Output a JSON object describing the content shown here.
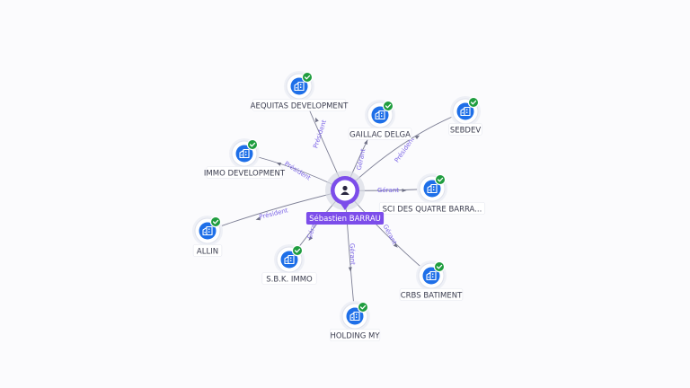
{
  "center": {
    "label": "Sébastien BARRAU",
    "icon": "person-icon",
    "color": "#7c4dea"
  },
  "nodes": [
    {
      "id": "aequitas",
      "label": "AEQUITAS DEVELOPMENT",
      "icon": "building-icon",
      "verified": true
    },
    {
      "id": "gaillac",
      "label": "GAILLAC DELGA",
      "icon": "building-icon",
      "verified": true
    },
    {
      "id": "sebdev",
      "label": "SEBDEV",
      "icon": "building-icon",
      "verified": true
    },
    {
      "id": "immo",
      "label": "IMMO DEVELOPMENT",
      "icon": "building-icon",
      "verified": true
    },
    {
      "id": "sci",
      "label": "SCI DES QUATRE BARRA...",
      "icon": "building-icon",
      "verified": true
    },
    {
      "id": "allin",
      "label": "ALLIN",
      "icon": "building-icon",
      "verified": true
    },
    {
      "id": "sbk",
      "label": "S.B.K. IMMO",
      "icon": "building-icon",
      "verified": true
    },
    {
      "id": "crbs",
      "label": "CRBS BATIMENT",
      "icon": "building-icon",
      "verified": true
    },
    {
      "id": "holding",
      "label": "HOLDING MY",
      "icon": "building-icon",
      "verified": true
    }
  ],
  "edges": [
    {
      "to": "aequitas",
      "label": "Président"
    },
    {
      "to": "gaillac",
      "label": "Gérant"
    },
    {
      "to": "sebdev",
      "label": "Président"
    },
    {
      "to": "immo",
      "label": "Président"
    },
    {
      "to": "sci",
      "label": "Gérant"
    },
    {
      "to": "allin",
      "label": "Président"
    },
    {
      "to": "sbk",
      "label": "Gérant"
    },
    {
      "to": "crbs",
      "label": "Gérant"
    },
    {
      "to": "holding",
      "label": "Gérant"
    }
  ],
  "colors": {
    "company": "#1e6fe8",
    "verified": "#1f9d3f",
    "edge_label": "#7a63e6",
    "edge": "#7d7f95"
  }
}
